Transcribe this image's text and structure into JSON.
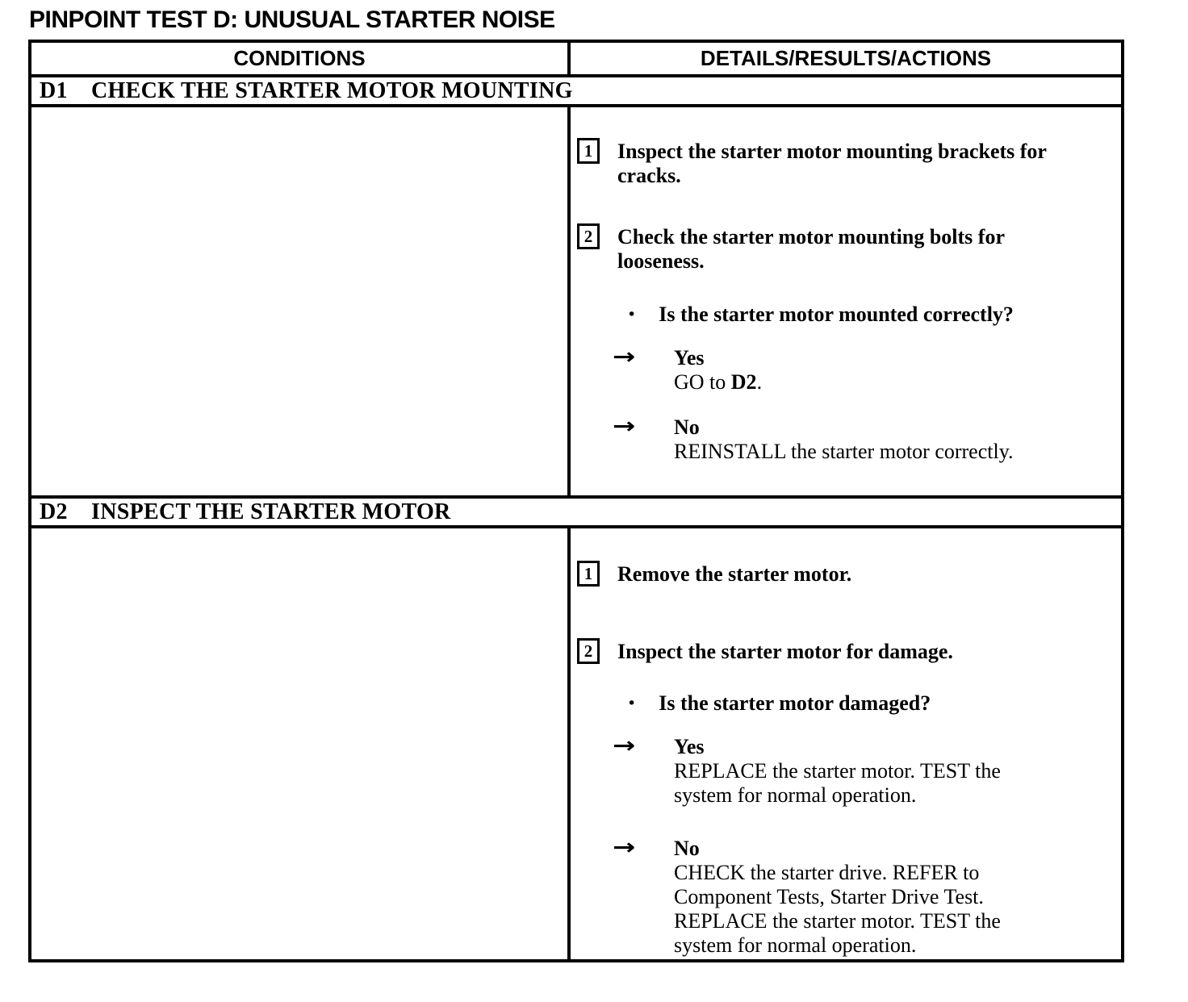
{
  "doc": {
    "title": "PINPOINT TEST D: UNUSUAL STARTER NOISE"
  },
  "table": {
    "headers": {
      "conditions": "CONDITIONS",
      "details": "DETAILS/RESULTS/ACTIONS"
    },
    "sections": [
      {
        "id": "D1",
        "label": "CHECK THE STARTER MOTOR MOUNTING",
        "items": [
          {
            "type": "step",
            "num": "1",
            "text": "Inspect the starter motor mounting brackets for cracks."
          },
          {
            "type": "step",
            "num": "2",
            "text": "Check the starter motor mounting bolts for looseness."
          },
          {
            "type": "question",
            "text": "Is the starter motor mounted correctly?"
          },
          {
            "type": "answer",
            "label": "Yes",
            "segments": [
              {
                "t": "GO to "
              },
              {
                "t": "D2",
                "b": true
              },
              {
                "t": "."
              }
            ]
          },
          {
            "type": "answer",
            "label": "No",
            "segments": [
              {
                "t": "REINSTALL the starter motor correctly."
              }
            ]
          }
        ]
      },
      {
        "id": "D2",
        "label": "INSPECT THE STARTER MOTOR",
        "items": [
          {
            "type": "step",
            "num": "1",
            "text": "Remove the starter motor."
          },
          {
            "type": "step",
            "num": "2",
            "text": "Inspect the starter motor for damage."
          },
          {
            "type": "question",
            "text": "Is the starter motor damaged?"
          },
          {
            "type": "answer",
            "label": "Yes",
            "segments": [
              {
                "t": "REPLACE the starter motor. TEST the system for normal operation."
              }
            ]
          },
          {
            "type": "answer",
            "label": "No",
            "segments": [
              {
                "t": "CHECK the starter drive. REFER to Component Tests, Starter Drive Test. REPLACE the starter motor. TEST the system for normal operation."
              }
            ]
          }
        ]
      }
    ]
  },
  "icons": {
    "bullet": "•",
    "arrow": "→"
  },
  "colors": {
    "ink": "#000000",
    "paper": "#ffffff"
  }
}
